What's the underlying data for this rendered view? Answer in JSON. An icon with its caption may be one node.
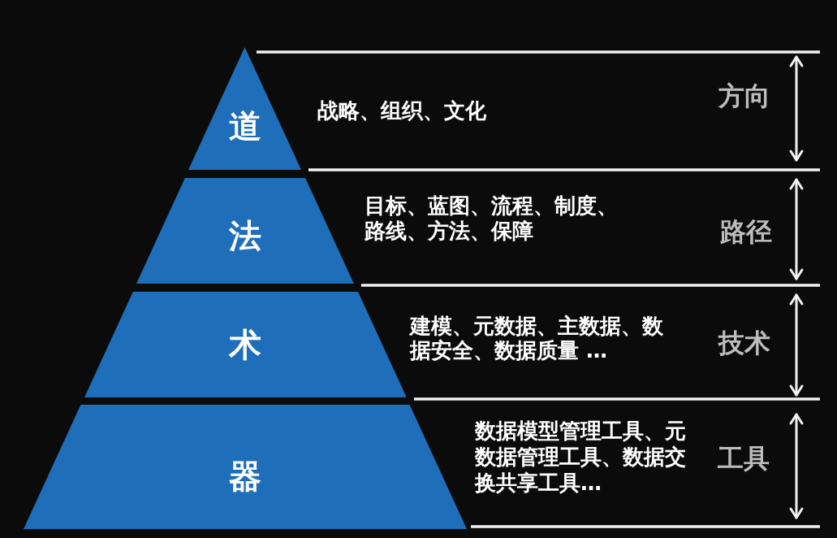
{
  "diagram": {
    "nodes": [
      {
        "text": [
          "道"
        ],
        "beside": [
          "战略、组织、文化"
        ]
      },
      {
        "text": [
          "法"
        ],
        "beside": [
          "目标、蓝图、流程、制度、路线、方法、保障"
        ]
      },
      {
        "text": [
          "术"
        ],
        "beside": [
          "建模、元数据、主数据、数据安全、数据质量 …"
        ]
      },
      {
        "text": [
          "器"
        ],
        "beside": [
          "数据模型管理工具、元数据管理工具、数据交换共享工具…"
        ]
      }
    ],
    "labels": [
      "方向",
      "路径",
      "技术",
      "工具"
    ]
  }
}
